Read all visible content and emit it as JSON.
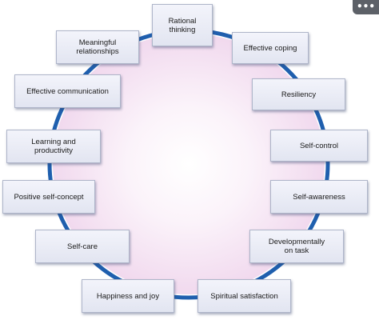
{
  "diagram": {
    "ring_color": "#1f5fae",
    "center_glow_color": "#f1d9ee",
    "items": [
      {
        "id": "rational-thinking",
        "label": "Rational\nthinking"
      },
      {
        "id": "effective-coping",
        "label": "Effective coping"
      },
      {
        "id": "resiliency",
        "label": "Resiliency"
      },
      {
        "id": "self-control",
        "label": "Self-control"
      },
      {
        "id": "self-awareness",
        "label": "Self-awareness"
      },
      {
        "id": "developmentally-on-task",
        "label": "Developmentally\non task"
      },
      {
        "id": "spiritual-satisfaction",
        "label": "Spiritual satisfaction"
      },
      {
        "id": "happiness-and-joy",
        "label": "Happiness and joy"
      },
      {
        "id": "self-care",
        "label": "Self-care"
      },
      {
        "id": "positive-self-concept",
        "label": "Positive self-concept"
      },
      {
        "id": "learning-and-productivity",
        "label": "Learning and\nproductivity"
      },
      {
        "id": "effective-communication",
        "label": "Effective communication"
      },
      {
        "id": "meaningful-relationships",
        "label": "Meaningful\nrelationships"
      }
    ]
  },
  "menu": {
    "icon": "more-dots-icon",
    "label": "•••"
  }
}
